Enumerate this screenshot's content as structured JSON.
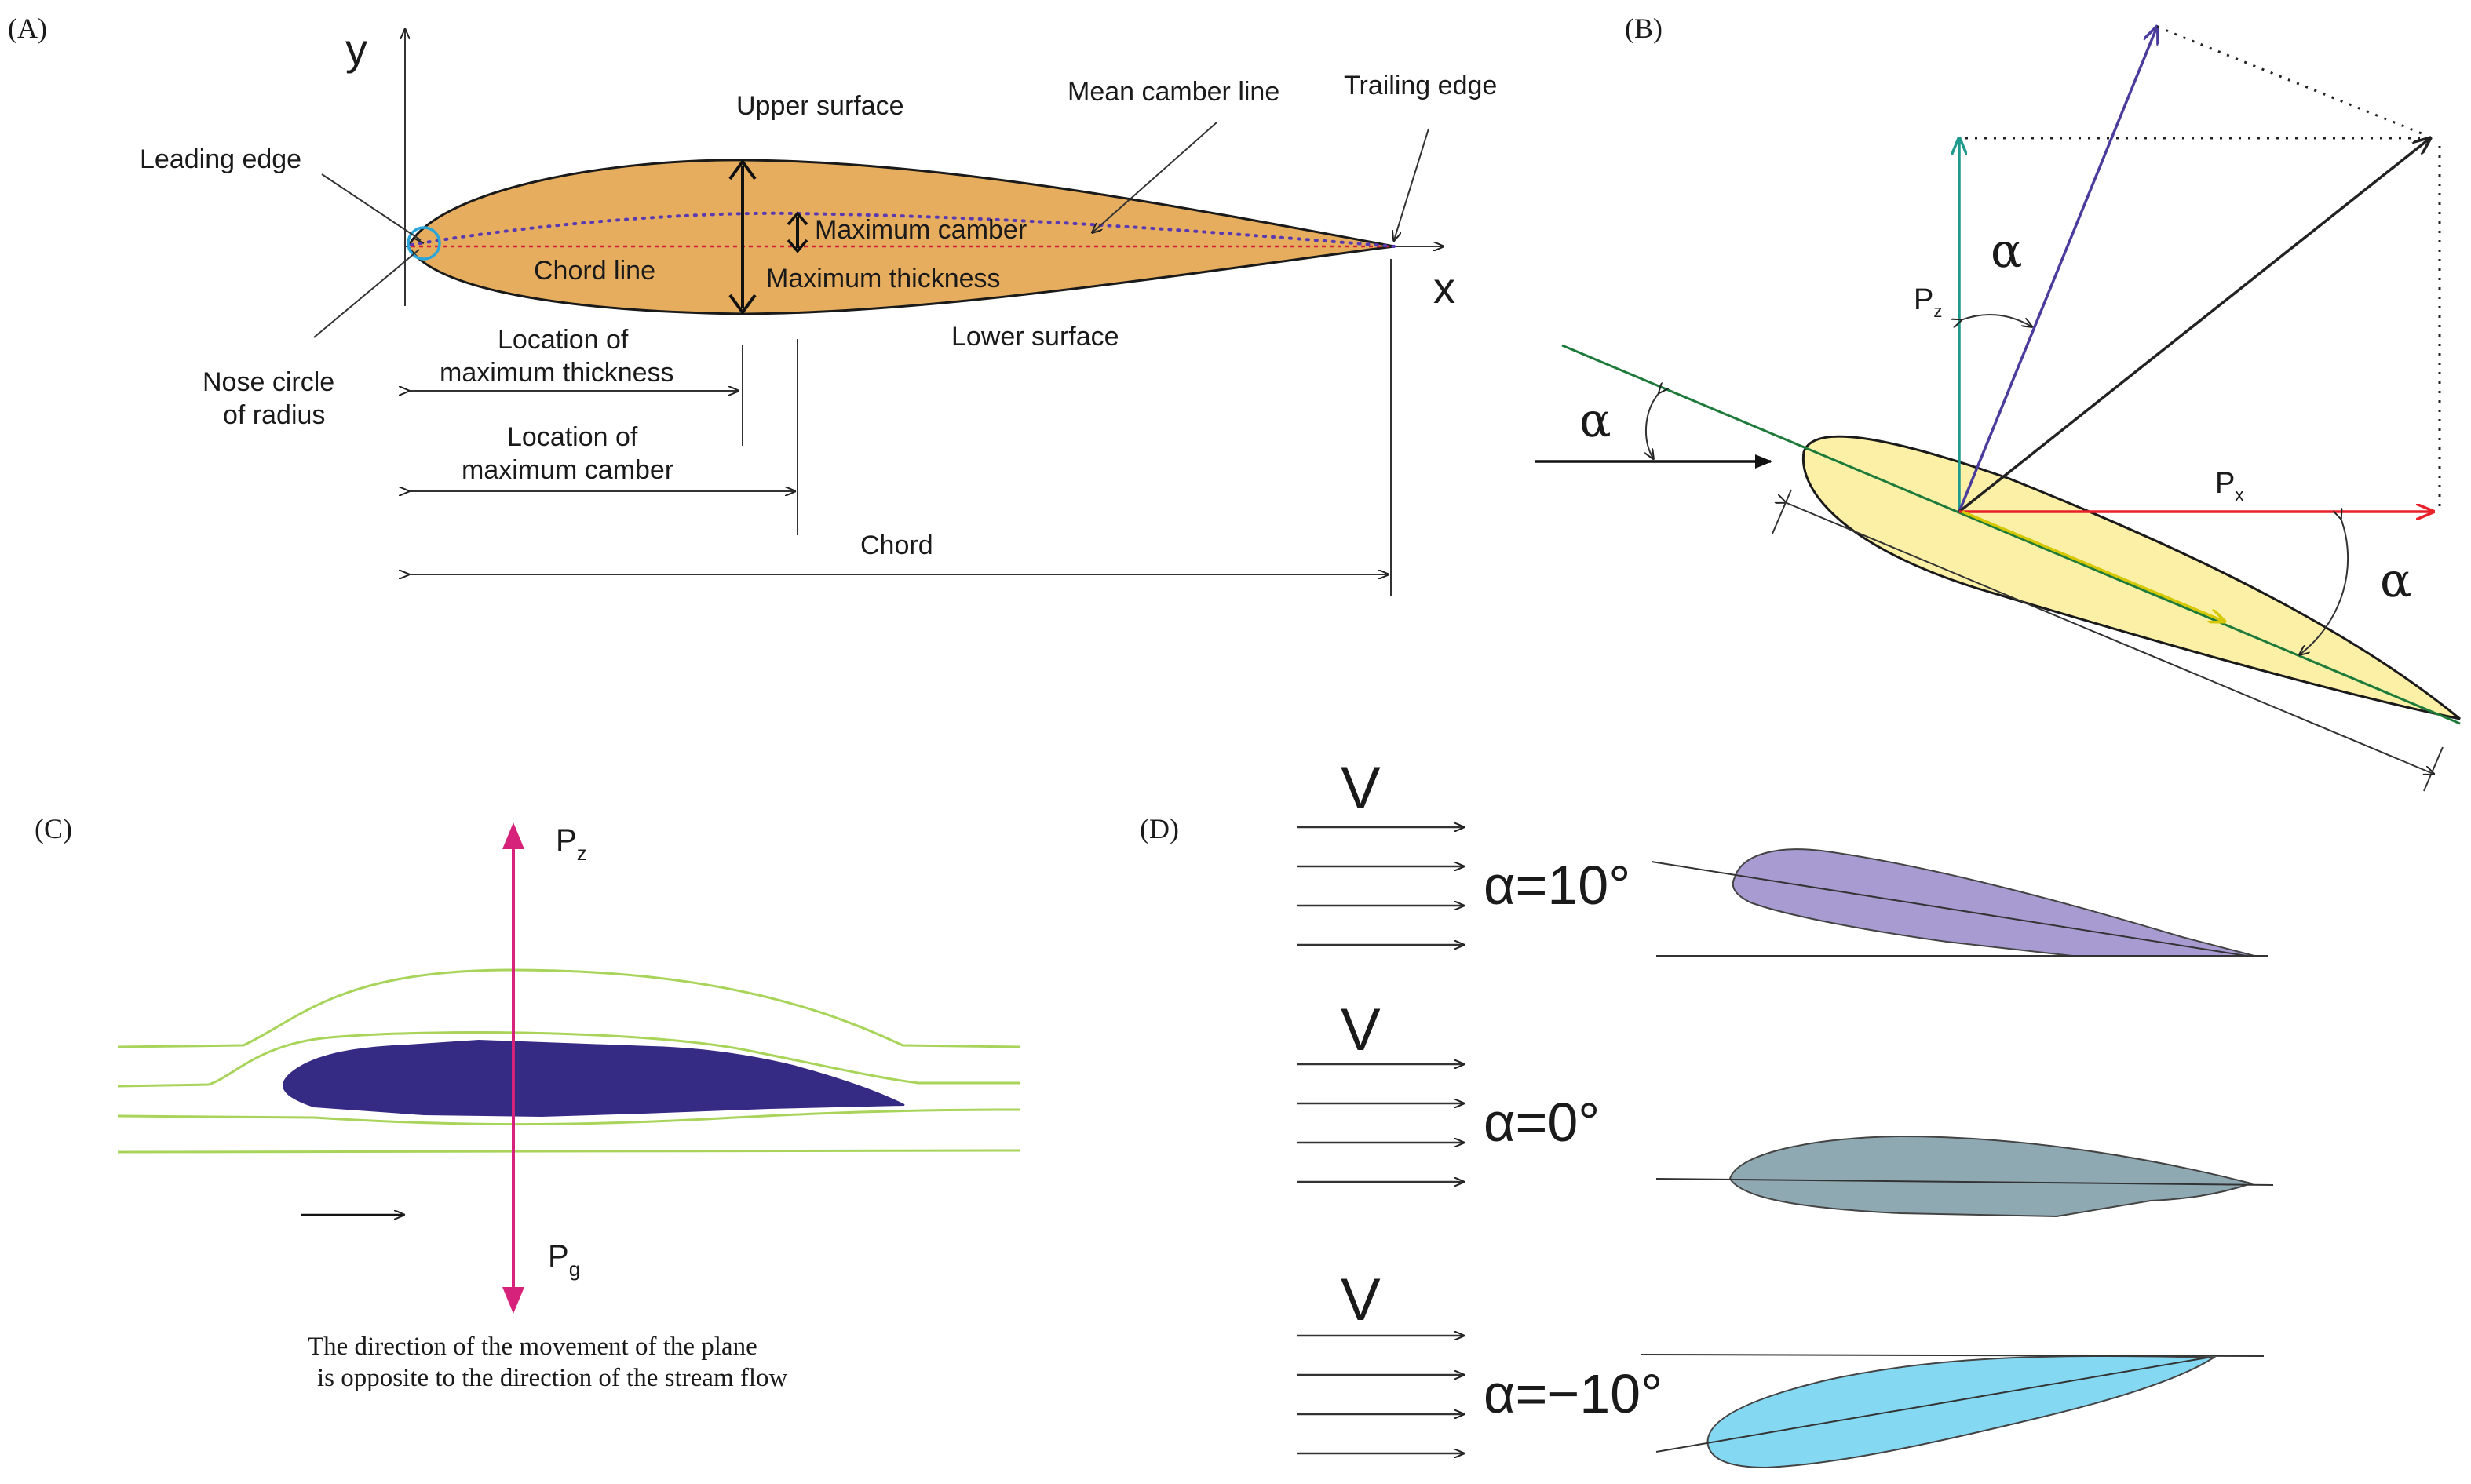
{
  "panelA": {
    "tag": "(A)",
    "axis_y": "y",
    "axis_x": "x",
    "upper_surface": "Upper surface",
    "mean_camber_line": "Mean camber line",
    "trailing_edge": "Trailing edge",
    "leading_edge": "Leading edge",
    "maximum_camber": "Maximum camber",
    "chord_line": "Chord line",
    "maximum_thickness": "Maximum thickness",
    "lower_surface": "Lower surface",
    "nose_circle_1": "Nose circle",
    "nose_circle_2": "of radius",
    "loc_thickness_1": "Location of",
    "loc_thickness_2": "maximum thickness",
    "loc_camber_1": "Location of",
    "loc_camber_2": "maximum camber",
    "chord": "Chord"
  },
  "panelB": {
    "tag": "(B)",
    "alpha": "α",
    "pz_main": "P",
    "pz_sub": "z",
    "px_main": "P",
    "px_sub": "x"
  },
  "panelC": {
    "tag": "(C)",
    "pz_main": "P",
    "pz_sub": "z",
    "pg_main": "P",
    "pg_sub": "g",
    "caption_1": "The direction of the movement of the plane",
    "caption_2": "is opposite to the direction of the stream flow"
  },
  "panelD": {
    "tag": "(D)",
    "v_label": "V",
    "rows": [
      {
        "angle": "α=10°",
        "color": "#a89bd1"
      },
      {
        "angle": "α=0°",
        "color": "#8fa9b3"
      },
      {
        "angle": "α=−10°",
        "color": "#84d8f2"
      }
    ]
  },
  "colors": {
    "airfoil_A": "#e6ad5f",
    "airfoil_B": "#fbf0a6",
    "airfoil_C": "#352a84",
    "streamline": "#a8d45a",
    "teal": "#1f9a8e",
    "purple": "#4a3c9c",
    "red": "#e8202a",
    "green_line": "#1d7a3a",
    "magenta": "#d6227a"
  }
}
